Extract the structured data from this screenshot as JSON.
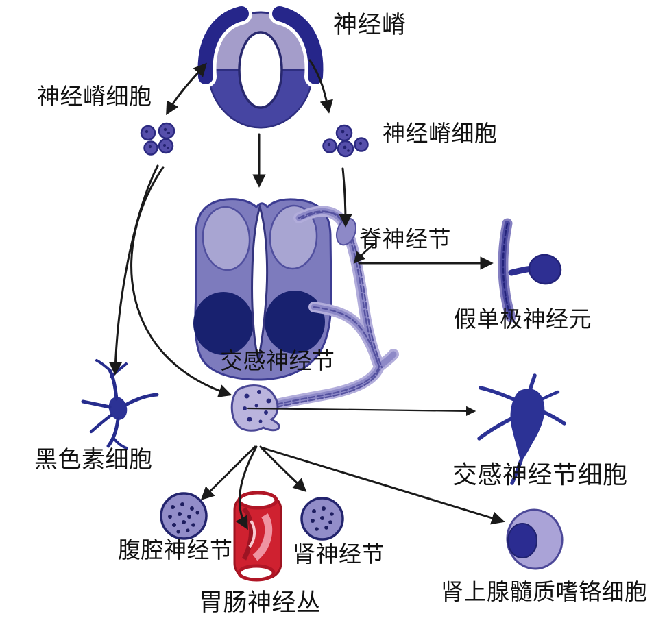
{
  "labels": {
    "neural_crest": "神经嵴",
    "neural_crest_cells_left": "神经嵴细胞",
    "neural_crest_cells_right": "神经嵴细胞",
    "spinal_ganglion": "脊神经节",
    "pseudounipolar_neuron": "假单极神经元",
    "sympathetic_ganglion": "交感神经节",
    "melanocyte": "黑色素细胞",
    "sympathetic_ganglion_cell": "交感神经节细胞",
    "celiac_ganglion": "腹腔神经节",
    "renal_ganglion": "肾神经节",
    "enteric_plexus": "胃肠神经丛",
    "adrenal_chromaffin_cell": "肾上腺髓质嗜铬细胞"
  },
  "colors": {
    "ink": "#1a1a1a",
    "navy": "#26268a",
    "tube_top": "#a49dca",
    "tube_bottom": "#4645a2",
    "cell_fill": "#564fab",
    "cord_body": "#7d7bbd",
    "cord_oval": "#a8a5d2",
    "cord_dark": "#18216f",
    "nerve_light": "#b2addb",
    "nerve_mid": "#8d89c7",
    "nerve_dark": "#54519f",
    "ganglion_fill": "#bab4dd",
    "dot_navy": "#2b2b7d",
    "neuron_navy": "#2c3295",
    "speckle_cell": "#928dc9",
    "gut_red": "#cf2130",
    "gut_dark": "#9e1320",
    "gut_pink": "#f2a0ae",
    "chromaffin_body": "#aaa3d7",
    "chromaffin_nucleus": "#2b2c91",
    "label_text": "#111111"
  }
}
